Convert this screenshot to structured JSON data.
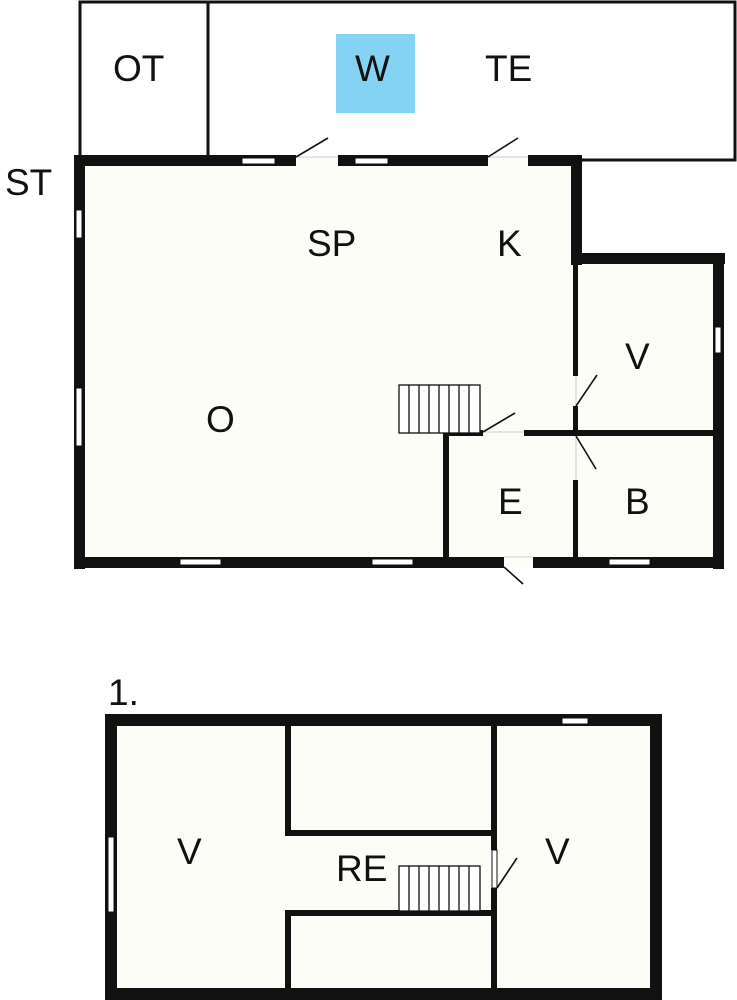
{
  "colors": {
    "wall": "#111111",
    "floor": "#fdfdf8",
    "background": "#ffffff",
    "highlight": "#85d3f2"
  },
  "ground_floor": {
    "exterior_label": "ST",
    "rooms": {
      "OT": "OT",
      "W": "W",
      "TE": "TE",
      "SP": "SP",
      "K": "K",
      "V": "V",
      "O": "O",
      "E": "E",
      "B": "B"
    }
  },
  "upper_floor": {
    "level_label": "1.",
    "rooms": {
      "V_left": "V",
      "RE": "RE",
      "V_right": "V"
    }
  }
}
